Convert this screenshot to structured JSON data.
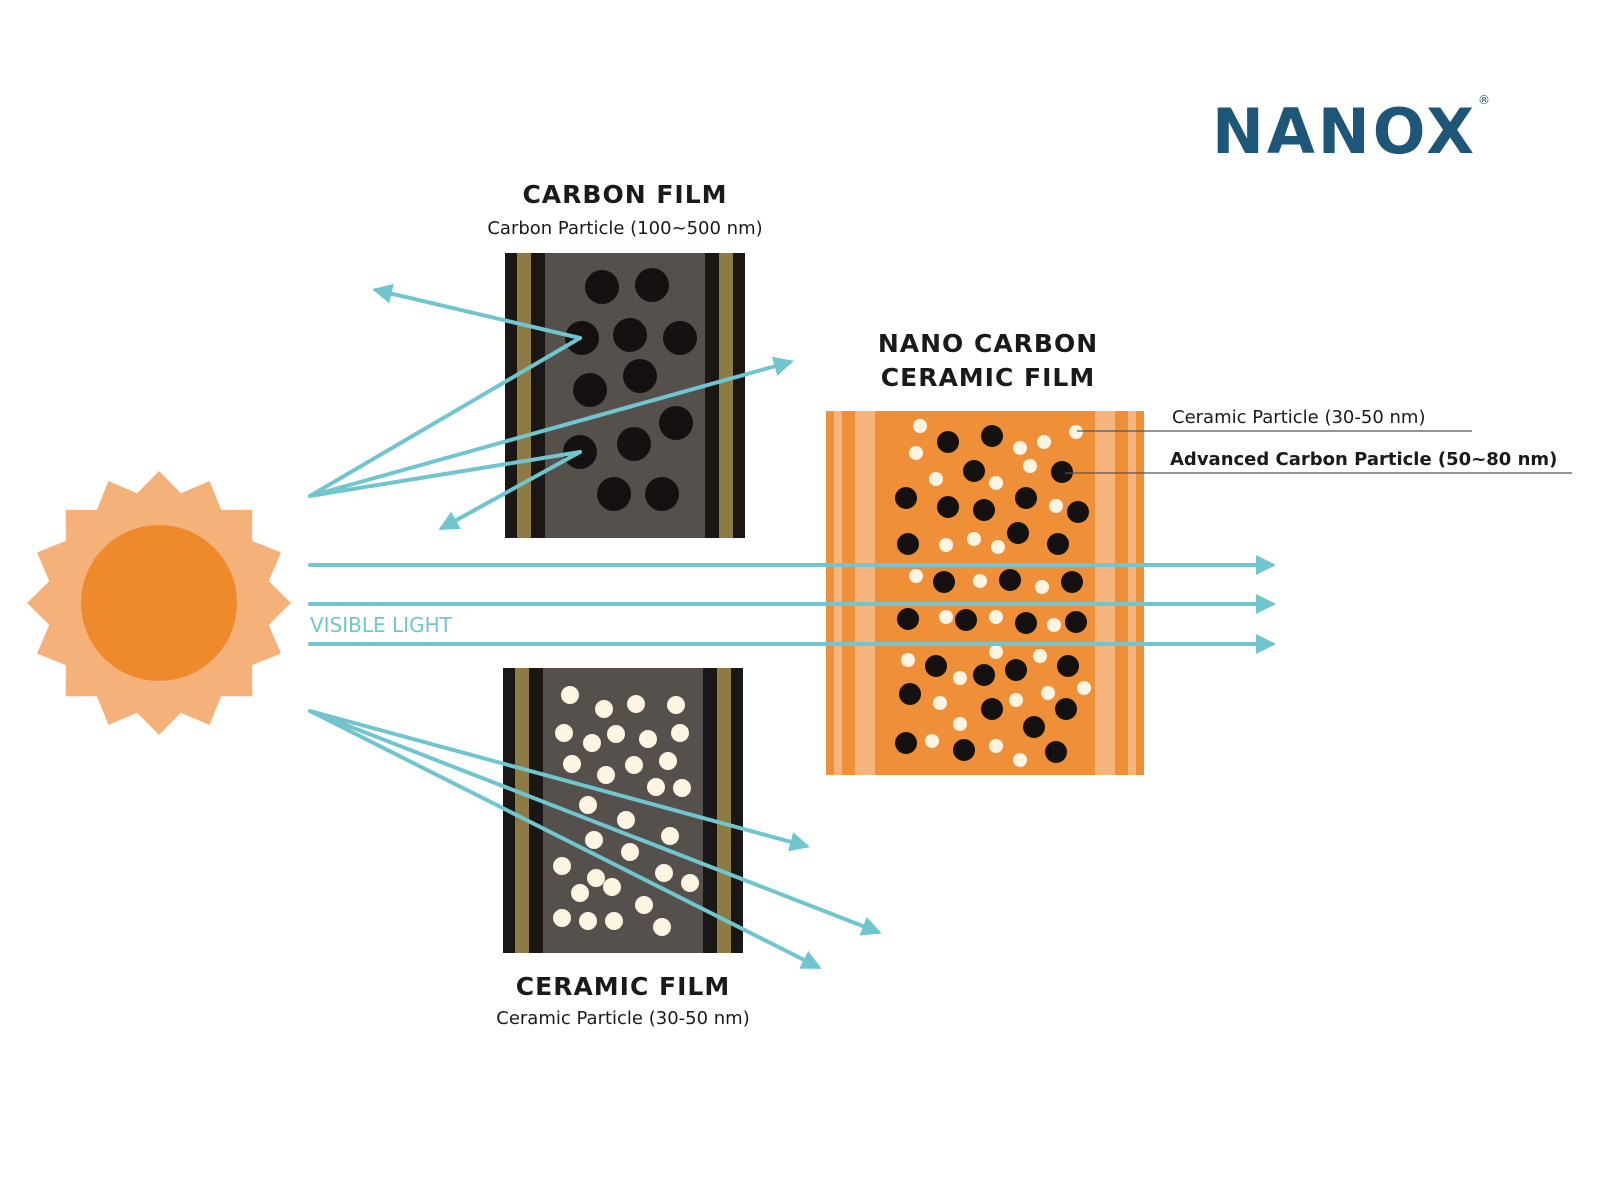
{
  "logo": {
    "text": "NANOX",
    "registered_mark": "®",
    "color": "#1e5677"
  },
  "carbon_film": {
    "title": "CARBON FILM",
    "subtitle": "Carbon Particle (100~500 nm)"
  },
  "nano_carbon_ceramic_film": {
    "title_line1": "NANO CARBON",
    "title_line2": "CERAMIC FILM",
    "callout_ceramic": "Ceramic Particle (30-50 nm)",
    "callout_carbon": "Advanced Carbon Particle (50~80 nm)"
  },
  "ceramic_film": {
    "title": "CERAMIC FILM",
    "subtitle": "Ceramic Particle (30-50 nm)"
  },
  "visible_light_label": "VISIBLE LIGHT",
  "colors": {
    "ray": "#71c5cf",
    "sun_outer": "#f4b27a",
    "sun_inner": "#ee8a2c",
    "film_dark": "#55504c",
    "film_edge": "#1b1714",
    "film_stripe": "#8d7a45",
    "nano_orange": "#ef8f37",
    "nano_light": "#f6b57c",
    "particle_dark": "#141110",
    "particle_light": "#fff3e2"
  },
  "icons": {
    "sun": "sun-icon",
    "arrow": "arrow-head-icon"
  }
}
